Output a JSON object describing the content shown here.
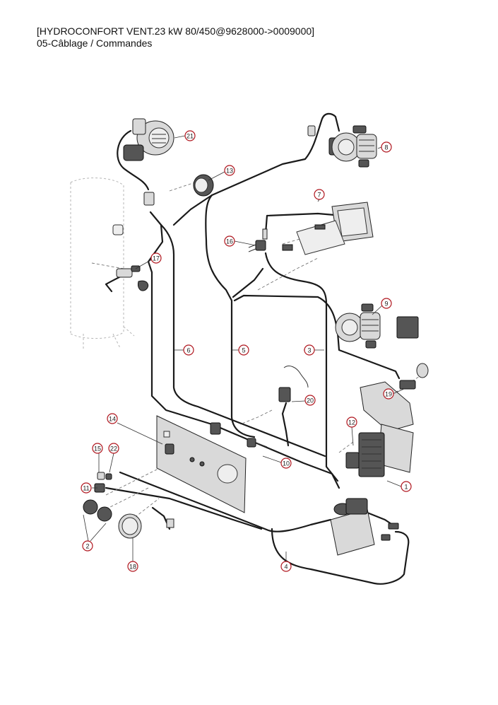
{
  "header": {
    "title": "[HYDROCONFORT VENT.23 kW 80/450@9628000->0009000]",
    "subtitle": "05-Câblage / Commandes"
  },
  "callouts": [
    {
      "label": "21"
    },
    {
      "label": "8"
    },
    {
      "label": "13"
    },
    {
      "label": "7"
    },
    {
      "label": "16"
    },
    {
      "label": "17"
    },
    {
      "label": "9"
    },
    {
      "label": "6"
    },
    {
      "label": "5"
    },
    {
      "label": "3"
    },
    {
      "label": "19"
    },
    {
      "label": "20"
    },
    {
      "label": "14"
    },
    {
      "label": "12"
    },
    {
      "label": "15"
    },
    {
      "label": "22"
    },
    {
      "label": "10"
    },
    {
      "label": "11"
    },
    {
      "label": "1"
    },
    {
      "label": "2"
    },
    {
      "label": "18"
    },
    {
      "label": "4"
    }
  ],
  "colors": {
    "callout_ring": "#b0171f",
    "wire": "#1a1a1a"
  }
}
